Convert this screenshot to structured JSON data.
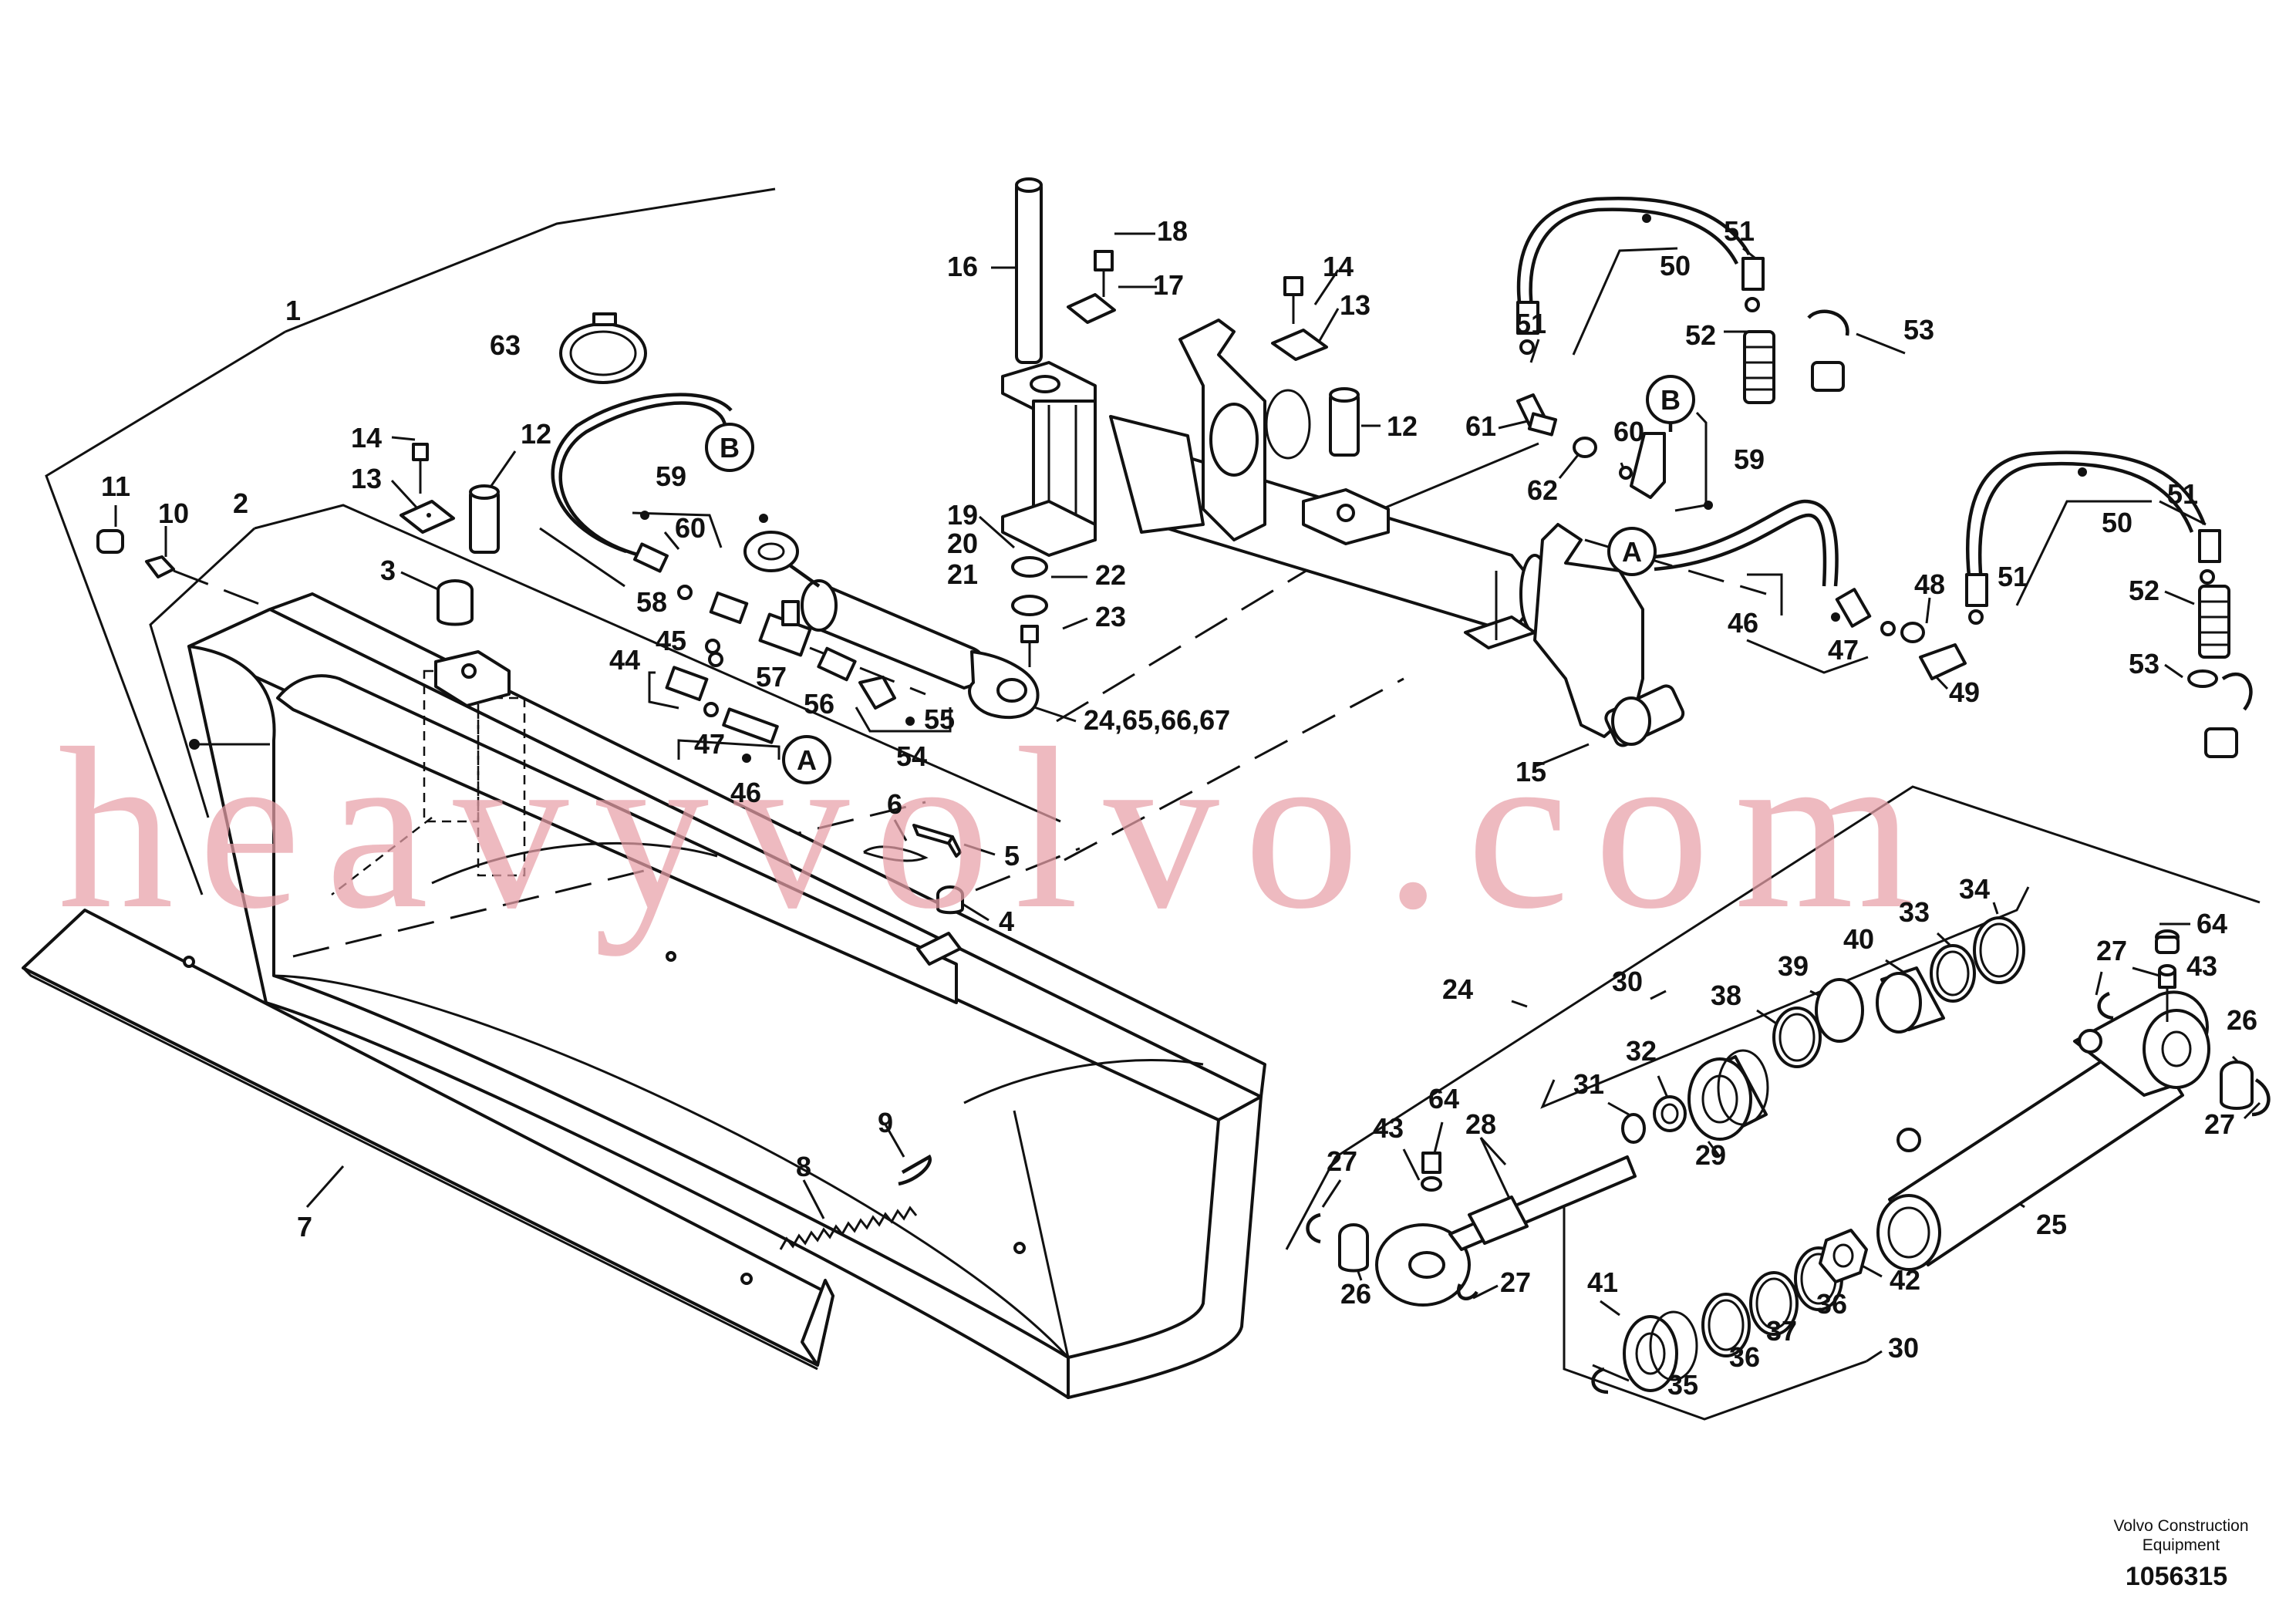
{
  "watermark": "heavyvolvo.com",
  "footer": {
    "manufacturer_line1": "Volvo Construction",
    "manufacturer_line2": "Equipment",
    "drawing_number": "1056315"
  },
  "callouts": {
    "c1": "1",
    "c2": "2",
    "c3": "3",
    "c4": "4",
    "c5": "5",
    "c6": "6",
    "c7": "7",
    "c8": "8",
    "c9": "9",
    "c10": "10",
    "c11": "11",
    "c12a": "12",
    "c12b": "12",
    "c13a": "13",
    "c13b": "13",
    "c14a": "14",
    "c14b": "14",
    "c15": "15",
    "c16": "16",
    "c17": "17",
    "c18": "18",
    "c19": "19",
    "c20": "20",
    "c21": "21",
    "c22": "22",
    "c23": "23",
    "c24a": "24,65,66,67",
    "c24b": "24",
    "c25": "25",
    "c26a": "26",
    "c26b": "26",
    "c27a": "27",
    "c27b": "27",
    "c27c": "27",
    "c27d": "27",
    "c28": "28",
    "c29": "29",
    "c30a": "30",
    "c30b": "30",
    "c31": "31",
    "c32": "32",
    "c33": "33",
    "c34": "34",
    "c35": "35",
    "c36a": "36",
    "c36b": "36",
    "c37": "37",
    "c38": "38",
    "c39": "39",
    "c40": "40",
    "c41": "41",
    "c42": "42",
    "c43a": "43",
    "c43b": "43",
    "c44": "44",
    "c45": "45",
    "c46a": "46",
    "c46b": "46",
    "c47a": "47",
    "c47b": "47",
    "c48": "48",
    "c49": "49",
    "c50a": "50",
    "c50b": "50",
    "c51a": "51",
    "c51b": "51",
    "c51c": "51",
    "c51d": "51",
    "c52a": "52",
    "c52b": "52",
    "c53a": "53",
    "c53b": "53",
    "c54": "54",
    "c55": "55",
    "c56": "56",
    "c57": "57",
    "c58": "58",
    "c59a": "59",
    "c59b": "59",
    "c60a": "60",
    "c60b": "60",
    "c61": "61",
    "c62": "62",
    "c63": "63",
    "c64a": "64",
    "c64b": "64"
  },
  "connectors": {
    "a1": "A",
    "a2": "A",
    "b1": "B",
    "b2": "B"
  }
}
